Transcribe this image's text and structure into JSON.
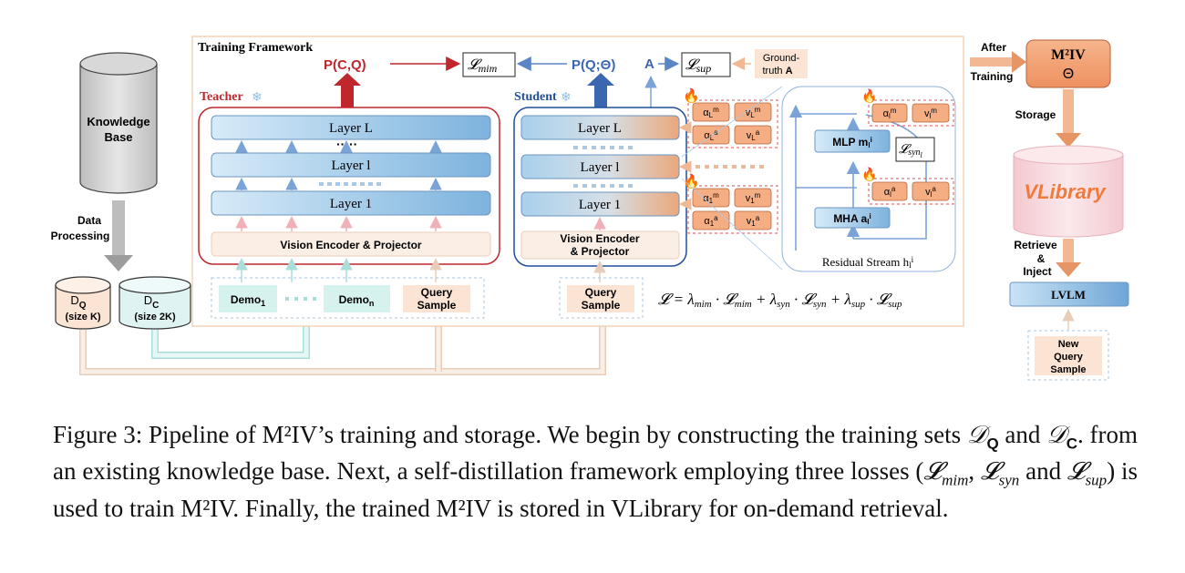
{
  "colors": {
    "teacher": "#c0272d",
    "student": "#1f4e9a",
    "layer_blue": "#8fc0e3",
    "orange_box": "#f5ae84",
    "peach": "#f9e3d3",
    "teal": "#d6f2ef",
    "arrow_blue": "#7aa3d8",
    "arrow_pink": "#efb0b8",
    "arrow_tan": "#e8cdb8"
  },
  "knowledge_base": {
    "line1": "Knowledge",
    "line2": "Base"
  },
  "data_processing": {
    "line1": "Data",
    "line2": "Processing"
  },
  "dq": {
    "label": "D",
    "sub": "Q",
    "size": "(size K)"
  },
  "dc": {
    "label": "D",
    "sub": "C",
    "size": "(size 2K)"
  },
  "framework": {
    "title": "Training Framework",
    "p_cq": "P(C,Q)",
    "l_mim": "mim",
    "p_q_theta": "P(Q;Θ)",
    "a_label": "A",
    "l_sup": "sup",
    "ground_truth_line1": "Ground-",
    "ground_truth_line2": "truth",
    "ground_truth_bold": "A"
  },
  "teacher": {
    "label": "Teacher",
    "layer_L": "Layer L",
    "layer_l": "Layer l",
    "layer_1": "Layer 1",
    "dots": "·····",
    "vision_encoder": "Vision Encoder & Projector",
    "demo1": "Demo",
    "demo1_sub": "1",
    "demon": "Demo",
    "demon_sub": "n",
    "query_line1": "Query",
    "query_line2": "Sample"
  },
  "student": {
    "label": "Student",
    "layer_L": "Layer L",
    "layer_l": "Layer l",
    "layer_1": "Layer 1",
    "vision_line1": "Vision Encoder",
    "vision_line2": "& Projector",
    "query_line1": "Query",
    "query_line2": "Sample"
  },
  "param_boxes": {
    "aLm": "α",
    "aLm_sub": "L",
    "aLm_sup": "m",
    "vLm": "v",
    "vLm_sub": "L",
    "vLm_sup": "m",
    "aLa": "α",
    "aLa_sub": "L",
    "aLa_sup": "a",
    "vLa": "v",
    "vLa_sub": "L",
    "vLa_sup": "a",
    "a1m": "α",
    "a1m_sub": "1",
    "a1m_sup": "m",
    "v1m": "v",
    "v1m_sub": "1",
    "v1m_sup": "m",
    "a1a": "α",
    "a1a_sub": "1",
    "a1a_sup": "a",
    "v1a": "v",
    "v1a_sub": "1",
    "v1a_sup": "a",
    "alm": "α",
    "alm_sub": "l",
    "alm_sup": "m",
    "vlm": "v",
    "vlm_sub": "l",
    "vlm_sup": "m",
    "ala": "α",
    "ala_sub": "l",
    "ala_sup": "a",
    "vla": "v",
    "vla_sub": "l",
    "vla_sup": "a"
  },
  "residual": {
    "mlp": "MLP m",
    "mlp_sub": "l",
    "mlp_sup": "i",
    "mha": "MHA a",
    "mha_sub": "l",
    "mha_sup": "i",
    "l_syn": "syn",
    "l_syn_sub": "l",
    "stream": "Residual Stream h",
    "stream_sub": "l",
    "stream_sup": "i"
  },
  "loss_formula": {
    "lhs": "𝓛 = λ",
    "mim": "mim",
    "dot1": " · 𝓛",
    "plus1": " + λ",
    "syn": "syn",
    "plus2": " + λ",
    "sup": "sup"
  },
  "right_panel": {
    "after": "After",
    "training": "Training",
    "m2iv": "M²IV",
    "theta": "Θ",
    "storage": "Storage",
    "vlibrary": "VLibrary",
    "retrieve": "Retrieve",
    "amp": "&",
    "inject": "Inject",
    "lvlm": "LVLM",
    "new_line1": "New",
    "new_line2": "Query",
    "new_line3": "Sample"
  },
  "caption": {
    "p1": "Figure 3: Pipeline of M²IV’s training and storage. We begin by constructing the training sets ",
    "dq": "𝒟",
    "dq_sub": "Q",
    "and1": " and ",
    "dc": "𝒟",
    "dc_sub": "C",
    "p2": ".  from an existing knowledge base.  Next, a self-distillation framework employing three losses (",
    "lmim": "𝓛",
    "lmim_sub": "mim",
    "comma": ", ",
    "lsyn": "𝓛",
    "lsyn_sub": "syn",
    "and2": " and ",
    "lsup": "𝓛",
    "lsup_sub": "sup",
    "p3": ") is used to train M²IV. Finally, the trained M²IV is stored in VLibrary for on-demand retrieval."
  }
}
